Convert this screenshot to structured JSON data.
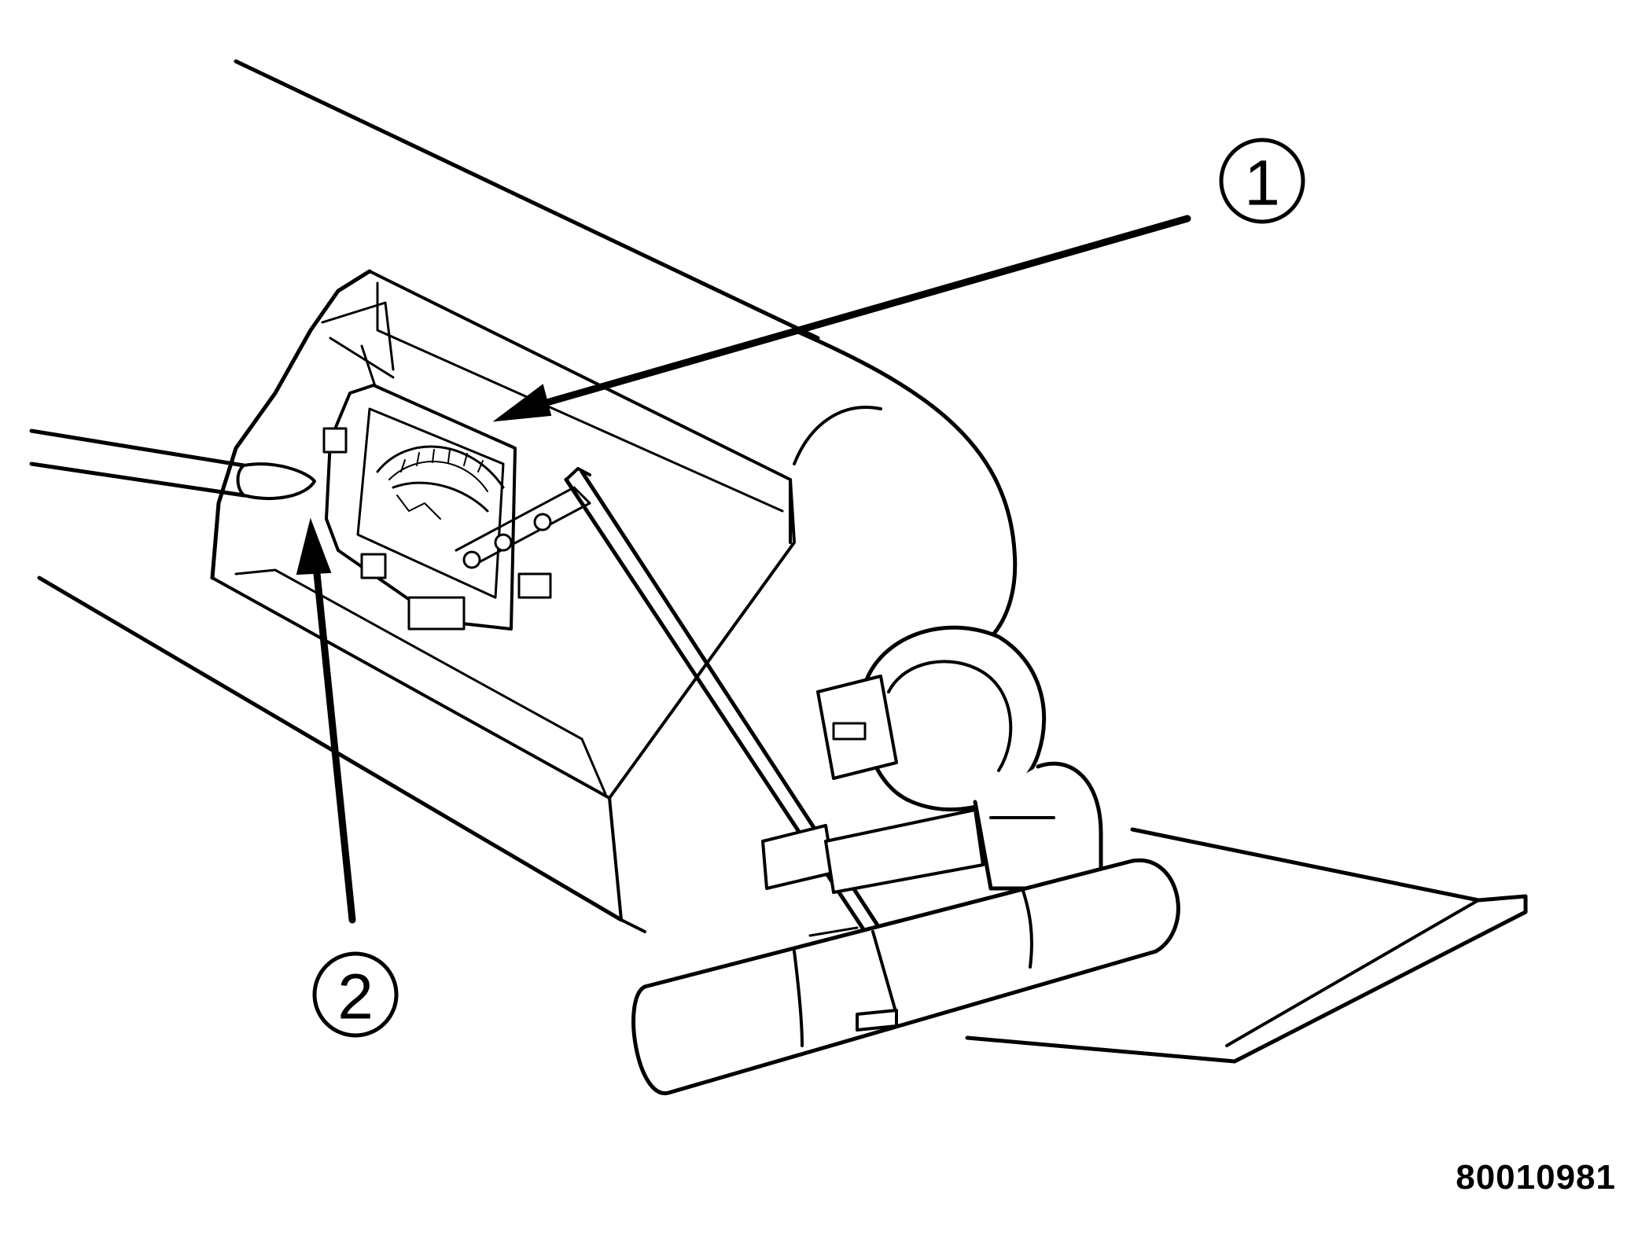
{
  "callouts": [
    {
      "label": "1"
    },
    {
      "label": "2"
    }
  ],
  "figure_id": "80010981",
  "colors": {
    "ink": "#000000",
    "paper": "#ffffff"
  }
}
